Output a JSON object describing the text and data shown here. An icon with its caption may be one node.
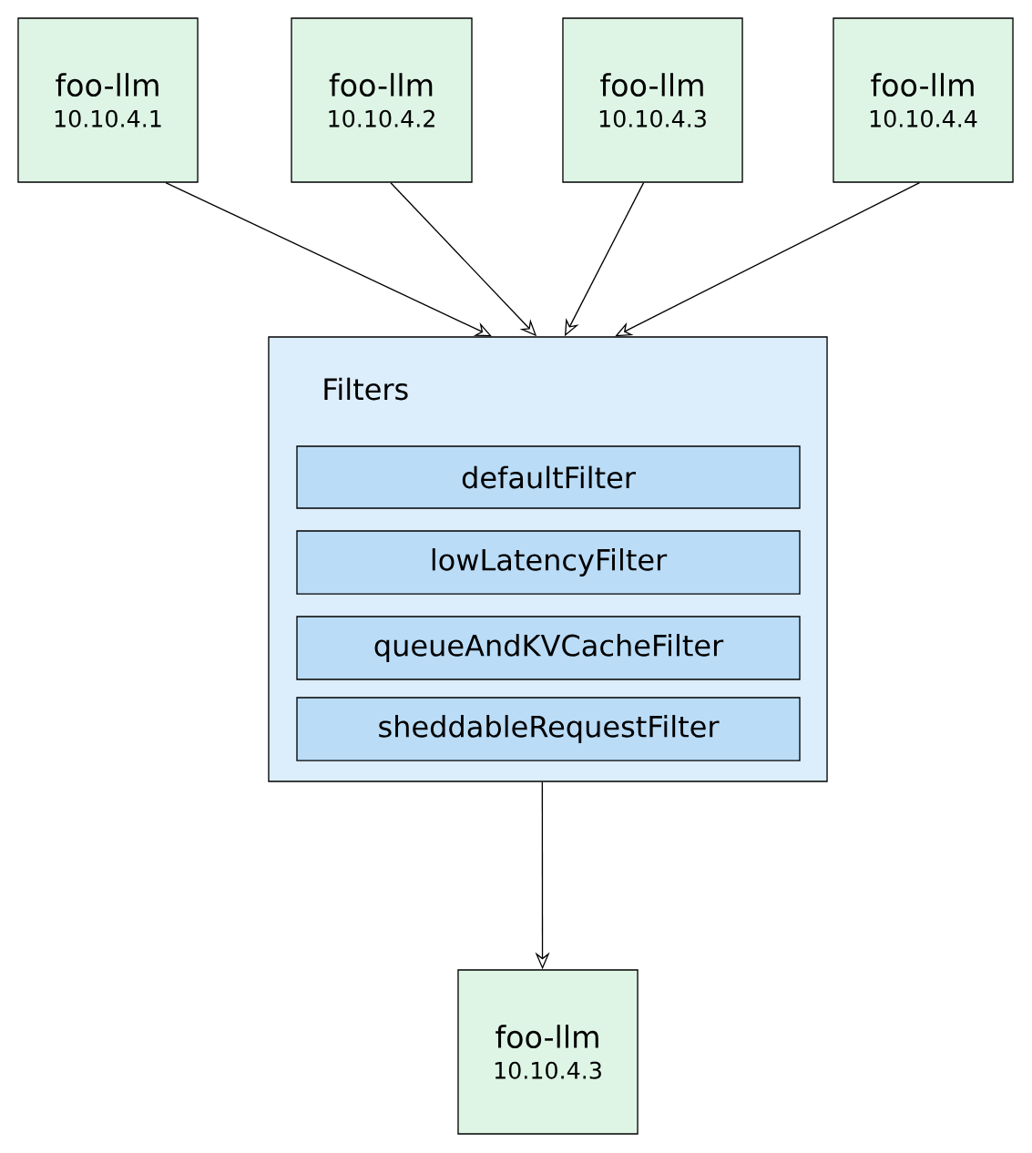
{
  "diagram": {
    "nodes": [
      {
        "text": [
          "foo-llm",
          "10.10.4.1"
        ]
      },
      {
        "text": [
          "foo-llm",
          "10.10.4.2"
        ]
      },
      {
        "text": [
          "foo-llm",
          "10.10.4.3"
        ]
      },
      {
        "text": [
          "foo-llm",
          "10.10.4.4"
        ]
      },
      {
        "text": [
          "Filters"
        ]
      },
      {
        "text": [
          "defaultFilter"
        ],
        "in": 4
      },
      {
        "text": [
          "lowLatencyFilter"
        ],
        "in": 4
      },
      {
        "text": [
          "queueAndKVCacheFilter"
        ],
        "in": 4
      },
      {
        "text": [
          "sheddableRequestFilter"
        ],
        "in": 4
      },
      {
        "text": [
          "foo-llm",
          "10.10.4.3"
        ]
      }
    ],
    "edges": [
      {
        "from": 0,
        "to": 4,
        "arrow": "to"
      },
      {
        "from": 1,
        "to": 4,
        "arrow": "to"
      },
      {
        "from": 2,
        "to": 4,
        "arrow": "to"
      },
      {
        "from": 3,
        "to": 4,
        "arrow": "to"
      },
      {
        "from": 4,
        "to": 9,
        "arrow": "to"
      }
    ]
  }
}
